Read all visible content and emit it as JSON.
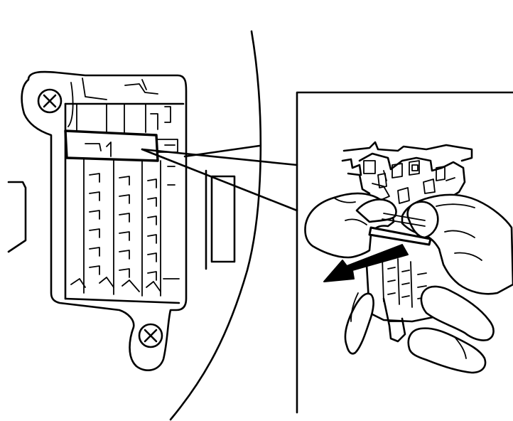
{
  "figure": {
    "colors": {
      "line": "#000000",
      "background": "#ffffff"
    },
    "components": [
      "fuse-block",
      "mounting-screw-upper",
      "mounting-screw-lower",
      "connector-position-assurance-lock",
      "leader-lines",
      "detail-inset",
      "connector-detail",
      "hands",
      "pull-direction-arrow"
    ]
  }
}
